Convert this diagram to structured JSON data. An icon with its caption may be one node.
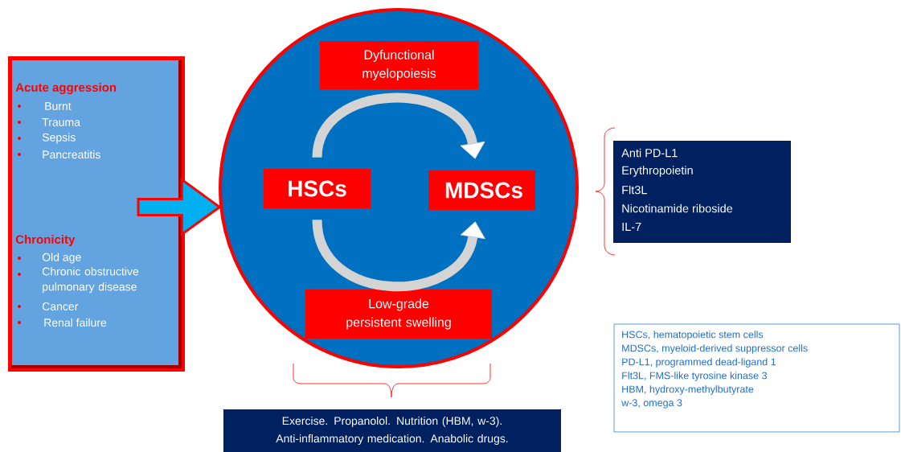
{
  "diagram": {
    "nodes": [
      {
        "text": [
          "Acute aggression",
          "Burnt",
          "Trauma",
          "Sepsis",
          "Pancreatitis",
          "Chronicity",
          "Old age",
          "Chronic obstructive pulmonary disease",
          "Cancer",
          "Renal failure"
        ]
      },
      {
        "text": [],
        "shape": "circle"
      },
      {
        "text": [
          "Dyfunctional myelopoiesis"
        ],
        "in": 1
      },
      {
        "text": [
          "HSCs"
        ],
        "in": 1
      },
      {
        "text": [
          "MDSCs"
        ],
        "in": 1
      },
      {
        "text": [
          "Low-grade persistent swelling"
        ],
        "in": 1
      },
      {
        "text": [
          "Anti PD-L1",
          "Erythropoietin",
          "Flt3L",
          "Nicotinamide riboside",
          "IL-7"
        ]
      },
      {
        "text": [
          "Exercise. Propanolol. Nutrition (HBM, w-3). Anti-inflammatory medication. Anabolic drugs."
        ]
      },
      {
        "text": [
          "HSCs, hematopoietic stem cells",
          "MDSCs, myeloid-derived suppressor cells",
          "PD-L1, programmed dead-ligand 1",
          "Flt3L, FMS-like tyrosine kinase 3",
          "HBM, hydroxy-methylbutyrate",
          "w-3, omega 3"
        ]
      }
    ],
    "edges": [
      {
        "from": 0,
        "to": 1,
        "arrow": "to",
        "style": "thick"
      },
      {
        "from": 3,
        "to": 4,
        "arrow": "to"
      },
      {
        "from": 3,
        "to": 4,
        "arrow": "to"
      }
    ]
  }
}
